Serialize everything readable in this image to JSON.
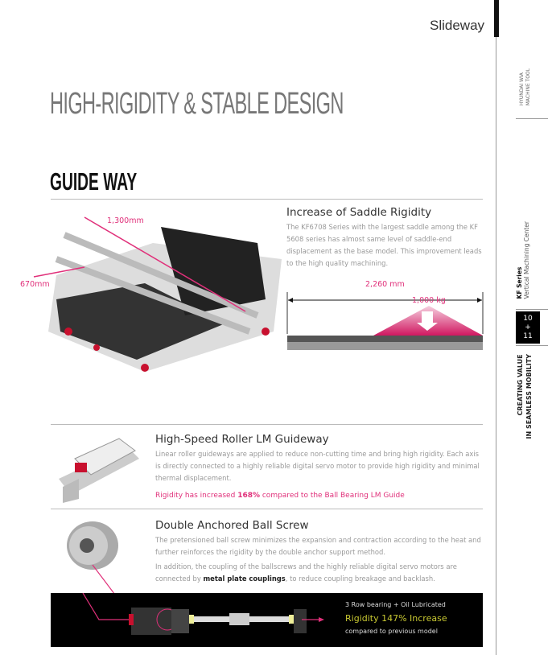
{
  "header": {
    "section": "Slideway"
  },
  "main_title": "HIGH-RIGIDITY & STABLE DESIGN",
  "guide_title": "GUIDE WAY",
  "saddle": {
    "title": "Increase of Saddle Rigidity",
    "body": "The KF6708 Series with the largest saddle among the KF 5608 series has almost same level of saddle-end displacement as the base model. This improvement leads to the high quality machining.",
    "width_label": "2,260 mm",
    "load_label": "1,000 kg"
  },
  "machine": {
    "dim_long": "1,300mm",
    "dim_short": "670mm"
  },
  "roller": {
    "title": "High-Speed Roller LM Guideway",
    "body": "Linear roller guideways are applied to reduce non-cutting time and bring high rigidity. Each axis is directly connected to a highly reliable digital servo motor to provide high rigidity and minimal thermal displacement.",
    "highlight_pre": "Rigidity has increased ",
    "highlight_value": "168%",
    "highlight_post": " compared to the Ball Bearing LM Guide"
  },
  "ballscrew": {
    "title": "Double Anchored Ball Screw",
    "body1": "The pretensioned ball screw minimizes the expansion and contraction according to the heat and further reinforces the rigidity by the double anchor support method.",
    "body2_pre": "In addition, the coupling of the ballscrews and the highly reliable digital servo motors are connected by ",
    "body2_bold": "metal plate couplings",
    "body2_post": ", to reduce coupling breakage and backlash.",
    "banner_line1": "3 Row bearing + Oil Lubricated",
    "banner_line2": "Rigidity 147% Increase",
    "banner_line3": "compared to previous model"
  },
  "sidebar": {
    "brand_line1": "HYUNDAI WIA",
    "brand_line2": "MACHINE TOOL",
    "series": "KF Series",
    "series_sub": "Vertical Machining Center",
    "page_top": "10",
    "page_plus": "+",
    "page_bottom": "11",
    "slogan_line1": "CREATING VALUE",
    "slogan_line2": "IN SEAMLESS MOBILITY"
  },
  "colors": {
    "accent": "#e0307a",
    "banner_highlight": "#c8c832"
  }
}
